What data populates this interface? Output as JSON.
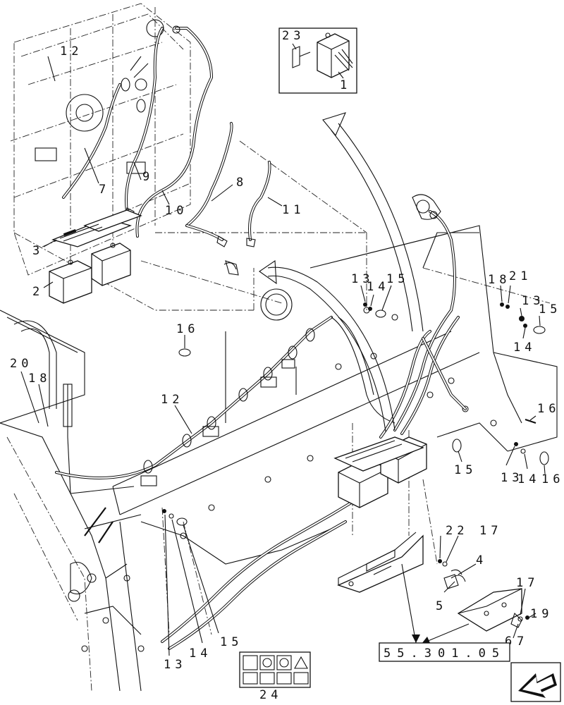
{
  "callouts": [
    {
      "id": "c1",
      "text": "1"
    },
    {
      "id": "c2",
      "text": "2"
    },
    {
      "id": "c3",
      "text": "3"
    },
    {
      "id": "c4",
      "text": "4"
    },
    {
      "id": "c5",
      "text": "5"
    },
    {
      "id": "c6",
      "text": "6"
    },
    {
      "id": "c7",
      "text": "7"
    },
    {
      "id": "c7b",
      "text": "7"
    },
    {
      "id": "c8",
      "text": "8"
    },
    {
      "id": "c9",
      "text": "9"
    },
    {
      "id": "c10",
      "text": "10"
    },
    {
      "id": "c11",
      "text": "11"
    },
    {
      "id": "c12a",
      "text": "12"
    },
    {
      "id": "c12b",
      "text": "12"
    },
    {
      "id": "c13a",
      "text": "13"
    },
    {
      "id": "c13b",
      "text": "13"
    },
    {
      "id": "c13c",
      "text": "13"
    },
    {
      "id": "c13d",
      "text": "13"
    },
    {
      "id": "c14a",
      "text": "14"
    },
    {
      "id": "c14b",
      "text": "14"
    },
    {
      "id": "c14c",
      "text": "14"
    },
    {
      "id": "c14d",
      "text": "14"
    },
    {
      "id": "c15a",
      "text": "15"
    },
    {
      "id": "c15b",
      "text": "15"
    },
    {
      "id": "c15c",
      "text": "15"
    },
    {
      "id": "c15d",
      "text": "15"
    },
    {
      "id": "c16a",
      "text": "16"
    },
    {
      "id": "c16b",
      "text": "16"
    },
    {
      "id": "c16c",
      "text": "16"
    },
    {
      "id": "c17a",
      "text": "17"
    },
    {
      "id": "c17b",
      "text": "17"
    },
    {
      "id": "c18a",
      "text": "18"
    },
    {
      "id": "c18b",
      "text": "18"
    },
    {
      "id": "c19",
      "text": "19"
    },
    {
      "id": "c20",
      "text": "20"
    },
    {
      "id": "c21",
      "text": "21"
    },
    {
      "id": "c22",
      "text": "22"
    },
    {
      "id": "c23",
      "text": "23"
    },
    {
      "id": "c24",
      "text": "24"
    }
  ],
  "reference": {
    "text": "55.301.05"
  },
  "icons": {
    "view_arrow": "view-direction-arrow-icon",
    "decal_panel": "decal-panel-icon"
  }
}
